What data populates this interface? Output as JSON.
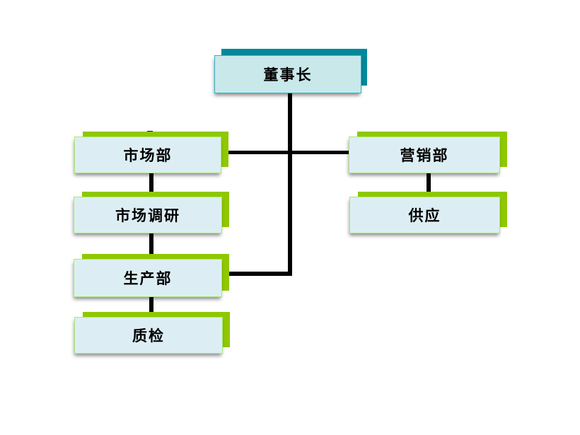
{
  "diagram": {
    "type": "org-chart",
    "nodes": {
      "chairman": {
        "label": "董事长",
        "level": 1,
        "theme": "teal"
      },
      "marketing": {
        "label": "市场部",
        "level": 2,
        "theme": "green"
      },
      "sales": {
        "label": "营销部",
        "level": 2,
        "theme": "green"
      },
      "research": {
        "label": "市场调研",
        "level": 3,
        "theme": "green"
      },
      "production": {
        "label": "生产部",
        "level": 2,
        "theme": "green"
      },
      "quality": {
        "label": "质检",
        "level": 3,
        "theme": "green"
      },
      "supply": {
        "label": "供应",
        "level": 3,
        "theme": "green"
      }
    },
    "edges": [
      {
        "from": "chairman",
        "to": "marketing"
      },
      {
        "from": "chairman",
        "to": "sales"
      },
      {
        "from": "chairman",
        "to": "production"
      },
      {
        "from": "marketing",
        "to": "research"
      },
      {
        "from": "research",
        "to": "production"
      },
      {
        "from": "production",
        "to": "quality"
      },
      {
        "from": "sales",
        "to": "supply"
      }
    ]
  },
  "colors": {
    "background": "#ffffff",
    "connector": "#000000",
    "teal_shadow": "#01899b",
    "teal_fill": "#c9e8ea",
    "teal_border": "#35b2c6",
    "green_shadow": "#8fc801",
    "green_fill": "#dceef4",
    "green_border": "#a8e878",
    "text": "#000000"
  }
}
